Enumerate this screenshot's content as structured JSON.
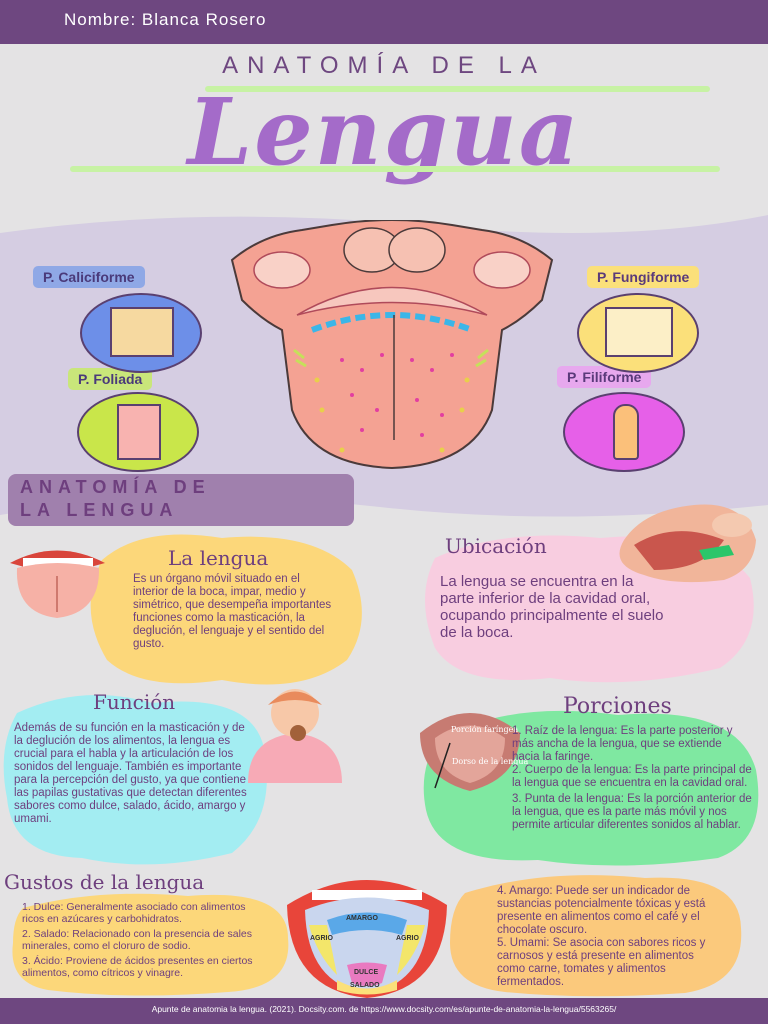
{
  "header": {
    "author": "Nombre: Blanca Rosero"
  },
  "heading": {
    "subtitle": "ANATOMÍA DE LA",
    "title": "Lengua"
  },
  "papillae": {
    "caliciforme": "P. Caliciforme",
    "fungiforme": "P. Fungiforme",
    "foliada": "P. Foliada",
    "filiforme": "P. Filiforme"
  },
  "section": {
    "line1": "ANATOMÍA DE",
    "line2": "LA LENGUA"
  },
  "la_lengua": {
    "title": "La lengua",
    "text": "Es un órgano móvil situado en el interior de la boca, impar, medio y simétrico, que desempeña importantes funciones como la masticación, la deglución, el lenguaje y el sentido del gusto."
  },
  "ubicacion": {
    "title": "Ubicación",
    "text": "La lengua se encuentra en la parte inferior de la cavidad oral, ocupando principalmente el suelo de la boca."
  },
  "funcion": {
    "title": "Función",
    "text": "Además de su función en la masticación y de la deglución de los alimentos, la lengua es crucial para el habla y la articulación de los sonidos del lenguaje. También es importante para la percepción del gusto, ya que contiene las papilas gustativas que detectan diferentes sabores como dulce, salado, ácido, amargo y umami."
  },
  "porciones": {
    "title": "Porciones",
    "items": [
      "1. Raíz de la lengua: Es la parte posterior y más ancha de la lengua, que se extiende hacia la faringe.",
      "2. Cuerpo de la lengua: Es la parte principal de la lengua que se encuentra en la cavidad oral.",
      "3. Punta de la lengua: Es la porción anterior de la lengua, que es la parte más móvil y nos permite articular diferentes sonidos al hablar."
    ],
    "img_labels": [
      "Porción faríngea",
      "Dorso de la lengua"
    ]
  },
  "gustos": {
    "title": "Gustos de la lengua",
    "items_left": [
      "1. Dulce: Generalmente asociado con alimentos ricos en azúcares y carbohidratos.",
      "2. Salado: Relacionado con la presencia de sales minerales, como el cloruro de sodio.",
      "3. Ácido: Proviene de ácidos presentes en ciertos alimentos, como cítricos y vinagre."
    ],
    "items_right": [
      "4. Amargo: Puede ser un indicador de sustancias potencialmente tóxicas y está presente en alimentos como el café y el chocolate oscuro.",
      "5. Umami: Se asocia con sabores ricos y carnosos y está presente en alimentos como carne, tomates y alimentos fermentados."
    ],
    "map": {
      "amargo": "AMARGO",
      "agrio_l": "AGRIO",
      "agrio_r": "AGRIO",
      "dulce": "DULCE",
      "salado": "SALADO"
    }
  },
  "footer": {
    "source": "Apunte de anatomia la lengua. (2021). Docsity.com. de https://www.docsity.com/es/apunte-de-anatomia-la-lengua/5563265/"
  },
  "colors": {
    "purple": "#6e4780",
    "lilac": "#a46bc9",
    "green_line": "#c7f2a4",
    "yellow": "#fcd77a",
    "pink": "#f8cde0",
    "cyan": "#a3edf2",
    "mint": "#7fe8a1",
    "orange": "#fbc97c"
  }
}
